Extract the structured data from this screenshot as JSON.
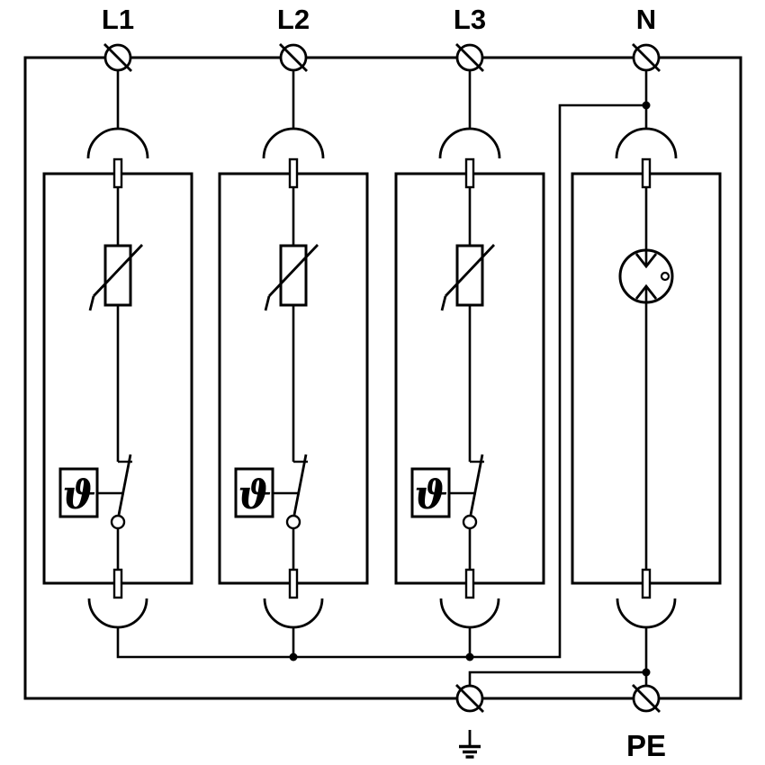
{
  "diagram": {
    "type": "circuit-schematic",
    "subject": "surge-protective-device-wiring"
  },
  "labels": {
    "top_terminals": [
      "L1",
      "L2",
      "L3",
      "N"
    ],
    "bottom_terminal": "PE"
  },
  "symbols": {
    "thermal_glyph": "ϑ",
    "icons": [
      "screw-terminal-icon",
      "plug-in-contact-icon",
      "varistor-icon",
      "thermal-disconnect-icon",
      "switch-icon",
      "spark-gap-icon",
      "earth-ground-icon"
    ]
  },
  "colors": {
    "line": "#000000",
    "background": "#ffffff"
  },
  "modules": [
    {
      "terminal": "L1",
      "element": "varistor",
      "disconnect": "thermal-switch"
    },
    {
      "terminal": "L2",
      "element": "varistor",
      "disconnect": "thermal-switch"
    },
    {
      "terminal": "L3",
      "element": "varistor",
      "disconnect": "thermal-switch"
    },
    {
      "terminal": "N",
      "element": "spark-gap",
      "disconnect": null
    }
  ]
}
